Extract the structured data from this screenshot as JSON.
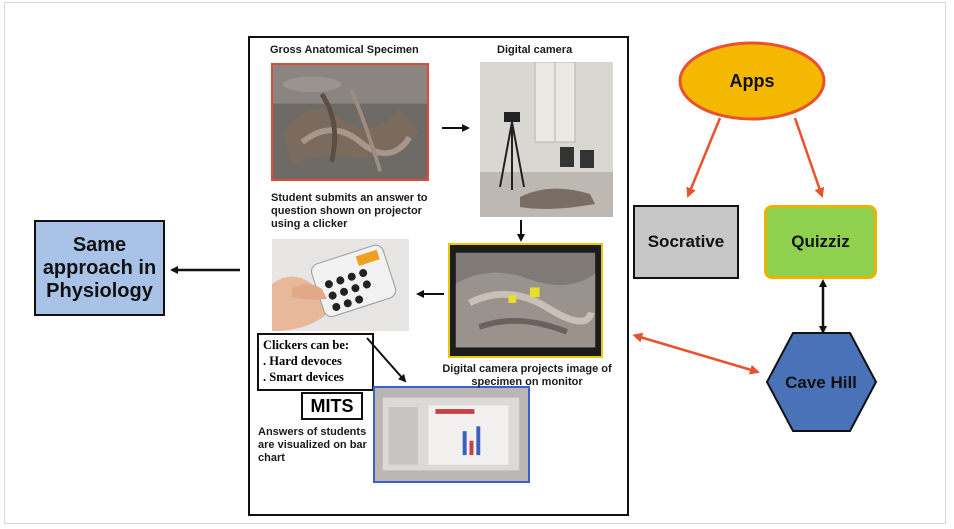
{
  "center": {
    "specimen_label": "Gross Anatomical Specimen",
    "camera_label": "Digital camera",
    "student_label": "Student submits an answer to question shown on projector using a clicker",
    "clickers_title": "Clickers can be:",
    "clickers_item1": ". Hard devoces",
    "clickers_item2": ". Smart devices",
    "mits_label": "MITS",
    "answers_label": "Answers of students are visualized on bar chart",
    "projects_label": "Digital camera projects image of specimen on monitor"
  },
  "left": {
    "same_approach": "Same approach in Physiology"
  },
  "right": {
    "apps": "Apps",
    "socrative": "Socrative",
    "quizziz": "Quizziz",
    "cave_hill": "Cave Hill"
  },
  "colors": {
    "apps_fill": "#f5b800",
    "apps_border": "#e8522e",
    "socrative_fill": "#c7c7c7",
    "quizziz_fill": "#8fd14f",
    "quizziz_border": "#e8b400",
    "cave_fill": "#4a72b8",
    "same_fill": "#a9c3e8",
    "arrow_red": "#e8522e",
    "specimen_border": "#e04a3a",
    "monitor_border": "#e8c800"
  }
}
